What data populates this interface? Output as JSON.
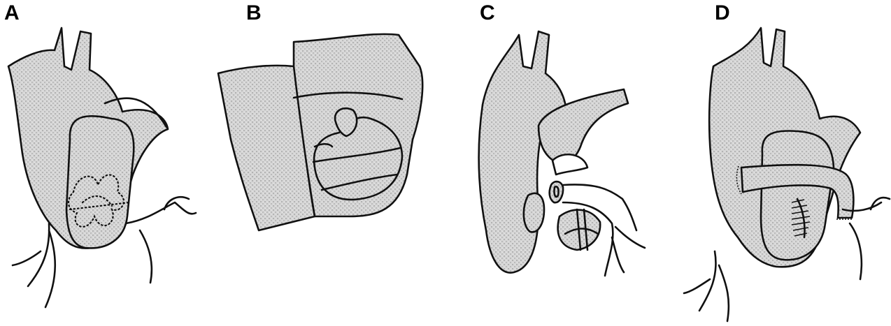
{
  "panels": [
    {
      "label": "A"
    },
    {
      "label": "B"
    },
    {
      "label": "C"
    },
    {
      "label": "D"
    }
  ],
  "colors": {
    "stipple": "#cfcfcf",
    "outline": "#111111",
    "background": "#ffffff"
  }
}
